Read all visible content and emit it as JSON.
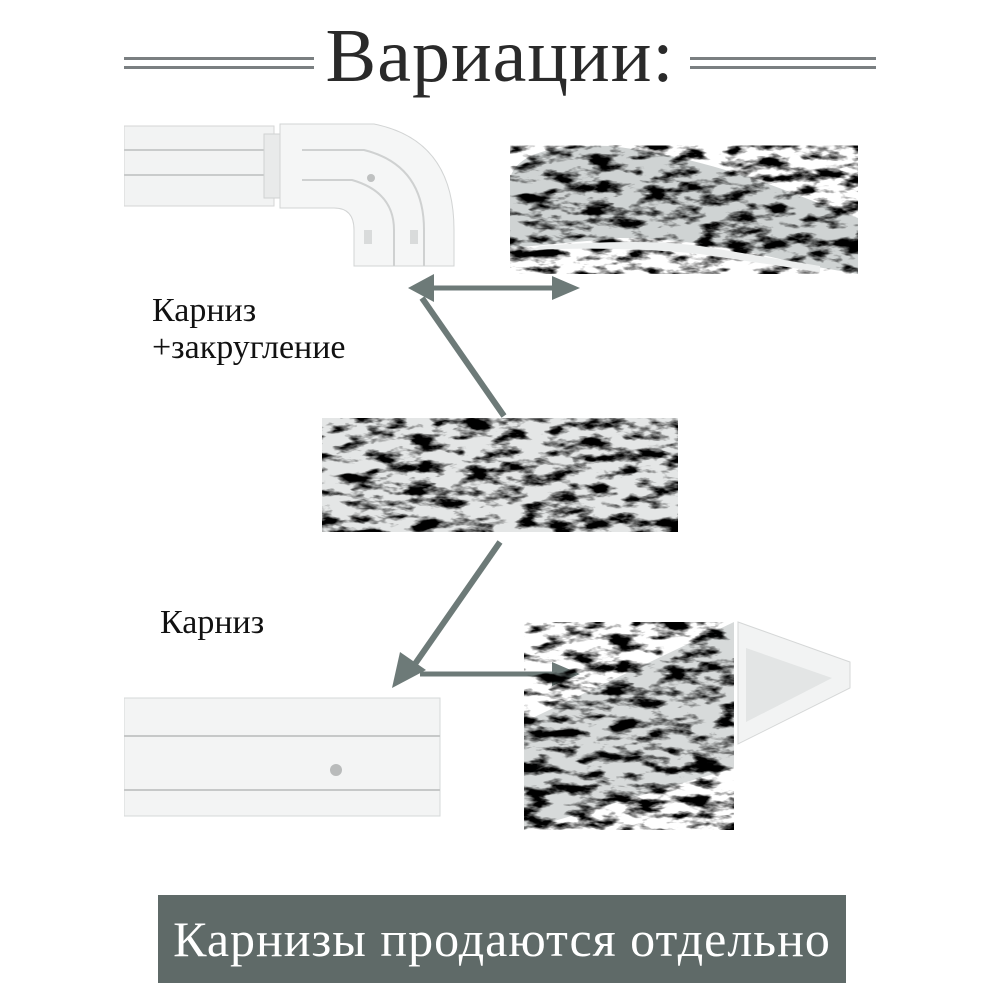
{
  "header": {
    "title": "Вариации:"
  },
  "labels": {
    "curved": "Карниз\n+закругление",
    "curved_line1": "Карниз",
    "curved_line2": "+закругление",
    "straight": "Карниз"
  },
  "footer": {
    "text": "Карнизы продаются отдельно"
  },
  "colors": {
    "accent": "#5f6a68",
    "arrow": "#6d7a78",
    "text": "#111111"
  }
}
